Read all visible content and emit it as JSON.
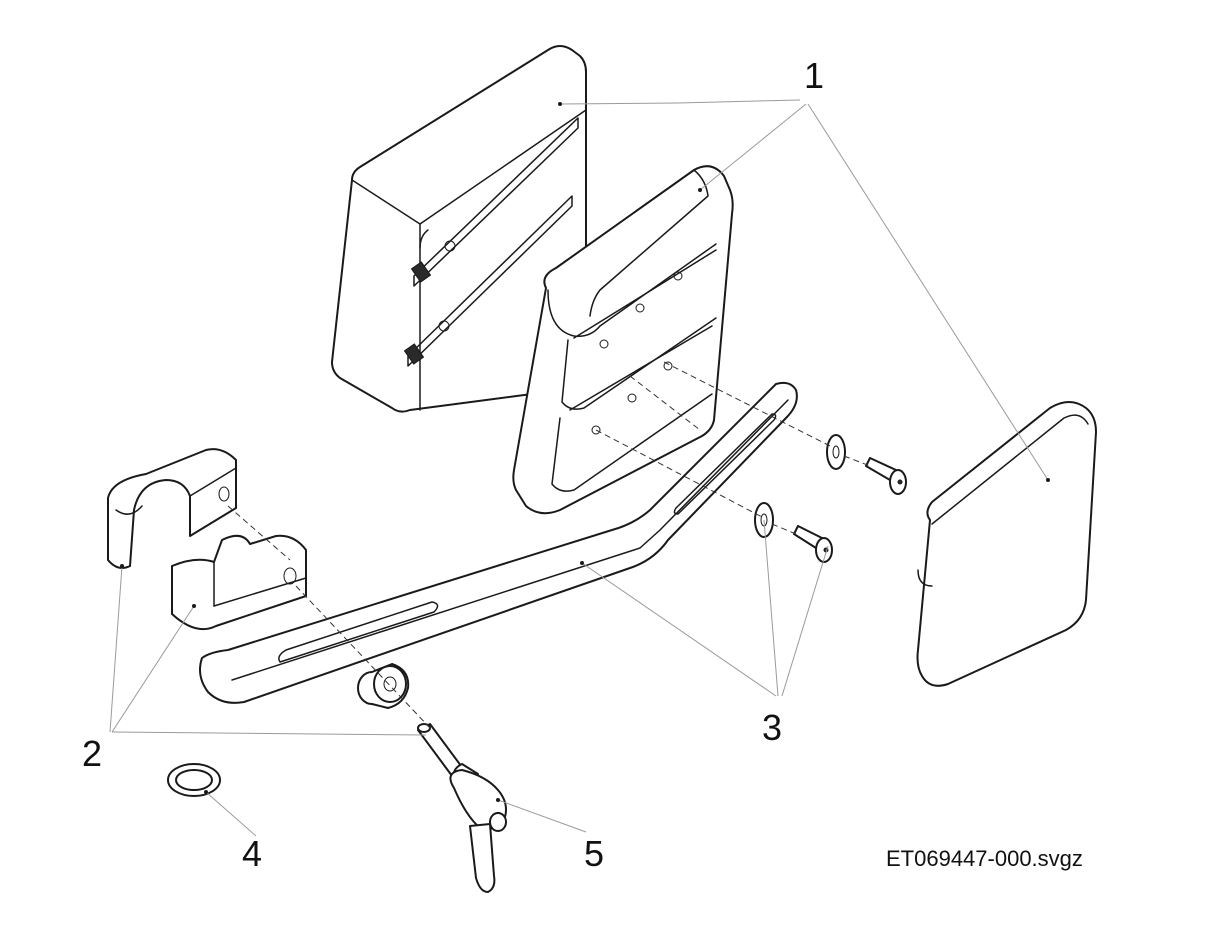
{
  "diagram": {
    "callouts": [
      "1",
      "2",
      "3",
      "4",
      "5"
    ],
    "file_name": "ET069447-000.svgz"
  }
}
